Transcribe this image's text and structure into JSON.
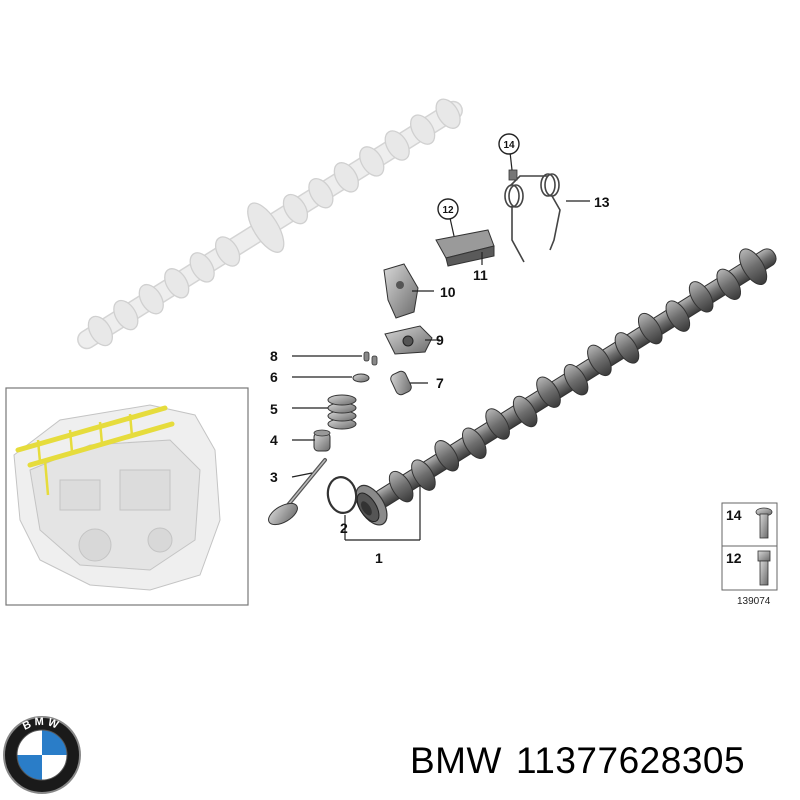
{
  "callouts": {
    "c1": "1",
    "c2": "2",
    "c3": "3",
    "c4": "4",
    "c5": "5",
    "c6": "6",
    "c7": "7",
    "c8": "8",
    "c9": "9",
    "c10": "10",
    "c11": "11",
    "c12": "12",
    "c13": "13",
    "c14": "14"
  },
  "legend": {
    "item_a": "14",
    "item_b": "12"
  },
  "diagram_code": "139074",
  "brand": {
    "logo_text": "BMW",
    "name": "BMW",
    "part_number": "11377628305"
  },
  "colors": {
    "highlight": "#e6dc3c",
    "ghost": "#dedede",
    "part": "#7a7a7a",
    "line": "#222222"
  }
}
